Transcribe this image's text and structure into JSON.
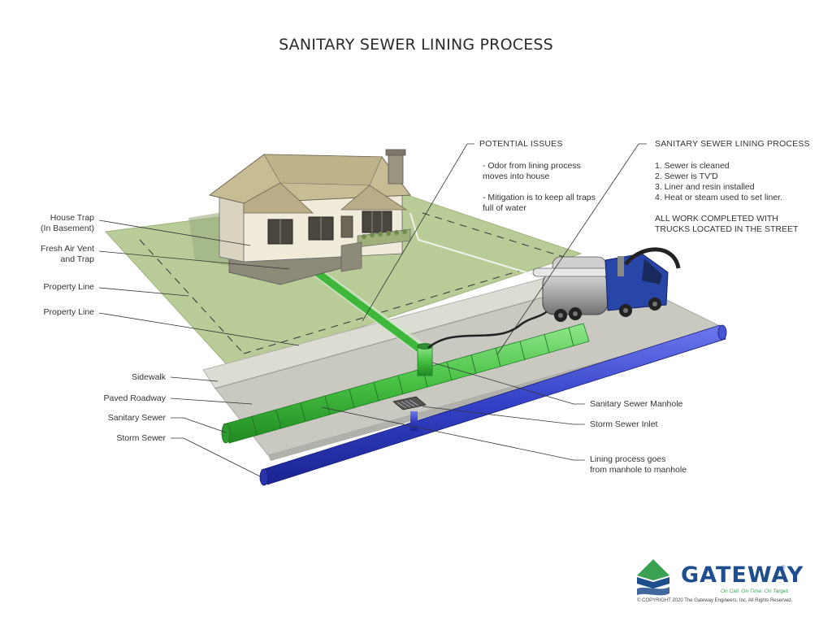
{
  "title": "SANITARY SEWER LINING PROCESS",
  "left_labels": [
    {
      "id": "house-trap",
      "lines": [
        "House Trap",
        "(In Basement)"
      ]
    },
    {
      "id": "fresh-air-vent",
      "lines": [
        "Fresh Air Vent",
        "and Trap"
      ]
    },
    {
      "id": "property-line-1",
      "lines": [
        "Property Line"
      ]
    },
    {
      "id": "property-line-2",
      "lines": [
        "Property Line"
      ]
    },
    {
      "id": "sidewalk",
      "lines": [
        "Sidewalk"
      ]
    },
    {
      "id": "paved-roadway",
      "lines": [
        "Paved Roadway"
      ]
    },
    {
      "id": "sanitary-sewer",
      "lines": [
        "Sanitary Sewer"
      ]
    },
    {
      "id": "storm-sewer",
      "lines": [
        "Storm Sewer"
      ]
    }
  ],
  "right_labels": [
    {
      "id": "sanitary-sewer-manhole",
      "lines": [
        "Sanitary Sewer Manhole"
      ]
    },
    {
      "id": "storm-sewer-inlet",
      "lines": [
        "Storm Sewer Inlet"
      ]
    },
    {
      "id": "lining-process-note",
      "lines": [
        "Lining process goes",
        "from manhole to manhole"
      ]
    }
  ],
  "potential_issues": {
    "heading": "POTENTIAL ISSUES",
    "items": [
      [
        "- Odor from lining process",
        "  moves into house"
      ],
      [
        "- Mitigation is to keep all traps",
        "  full of water"
      ]
    ]
  },
  "lining_process": {
    "heading": "SANITARY SEWER LINING PROCESS",
    "steps": [
      "1. Sewer is cleaned",
      "2. Sewer is TV'D",
      "3. Liner and resin installed",
      "4. Heat or steam used to set liner."
    ],
    "note": [
      "ALL WORK COMPLETED WITH",
      "TRUCKS LOCATED IN THE STREET"
    ]
  },
  "logo": {
    "brand": "GATEWAY",
    "registered": "®",
    "tagline": "On Call. On Time. On Target.",
    "copyright": "© COPYRIGHT 2020 The Gateway Engineers, Inc. All Rights Reserved."
  },
  "colors": {
    "lawn": "#b9cc98",
    "lawn_edge": "#9fb27f",
    "sanitary_pipe": "#4fc24a",
    "storm_pipe": "#3b47c8",
    "sidewalk": "#dcdcd4",
    "road": "#c9c9c2",
    "truck_blue": "#2845a8",
    "brand_blue": "#1f4e8c",
    "brand_green": "#3aa152"
  }
}
